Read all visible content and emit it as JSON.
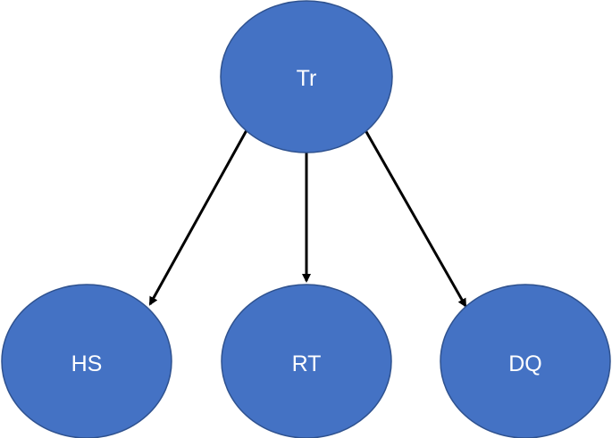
{
  "diagram": {
    "nodes": [
      {
        "id": "root",
        "label": "Tr"
      },
      {
        "id": "hs",
        "label": "HS"
      },
      {
        "id": "rt",
        "label": "RT"
      },
      {
        "id": "dq",
        "label": "DQ"
      }
    ],
    "edges": [
      {
        "from": "root",
        "to": "hs"
      },
      {
        "from": "root",
        "to": "rt"
      },
      {
        "from": "root",
        "to": "dq"
      }
    ],
    "colors": {
      "node_fill": "#4472c4",
      "node_border": "#2f528f",
      "label": "#ffffff",
      "edge": "#000000"
    }
  }
}
